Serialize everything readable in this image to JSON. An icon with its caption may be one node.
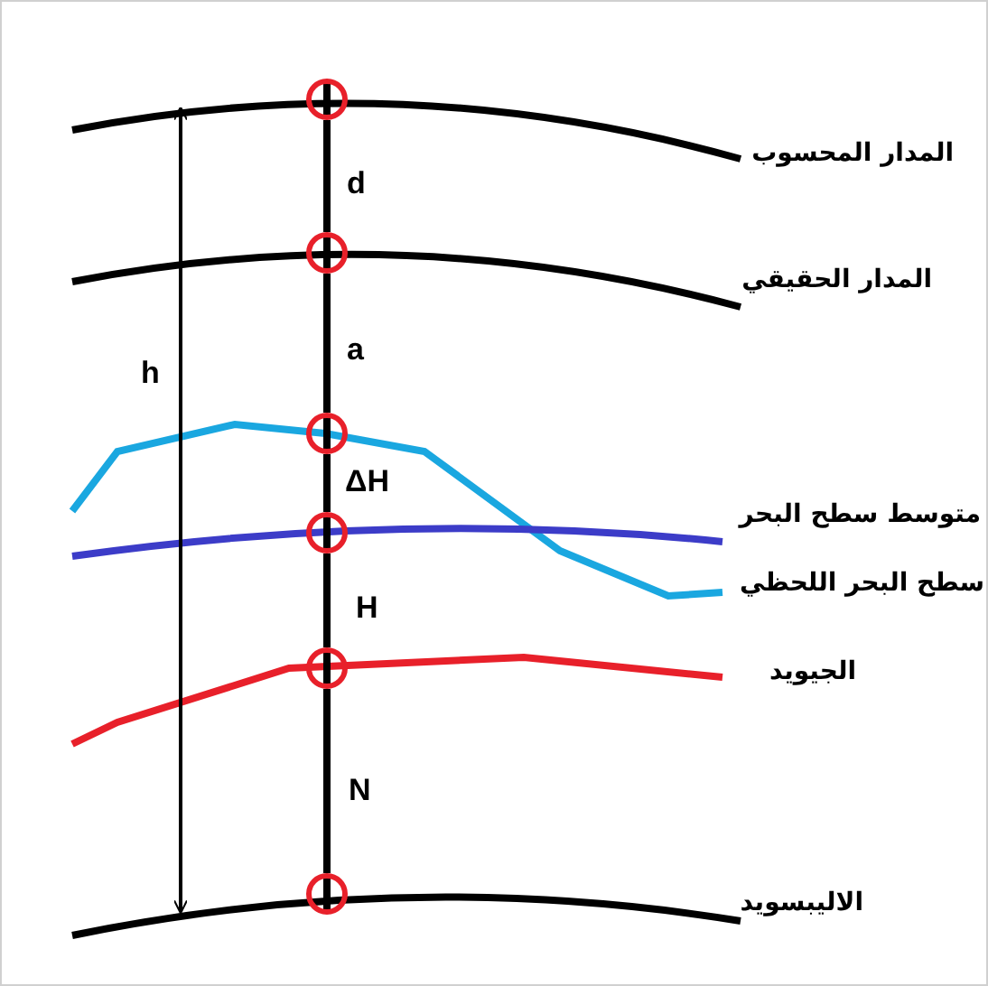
{
  "diagram": {
    "nodes": [
      {
        "text": [],
        "shape": "circle"
      },
      {
        "text": [],
        "shape": "circle"
      },
      {
        "text": [],
        "shape": "circle"
      },
      {
        "text": [],
        "shape": "circle"
      },
      {
        "text": [],
        "shape": "circle"
      },
      {
        "text": [],
        "shape": "circle"
      }
    ],
    "edges": [
      {
        "from": 0,
        "to": 1,
        "arrow": "none",
        "label": "d"
      },
      {
        "from": 1,
        "to": 2,
        "arrow": "none",
        "label": "a"
      },
      {
        "from": 2,
        "to": 3,
        "arrow": "none",
        "label": "ΔH"
      },
      {
        "from": 3,
        "to": 4,
        "arrow": "none",
        "label": "H"
      },
      {
        "from": 4,
        "to": 5,
        "arrow": "none",
        "label": "N"
      },
      {
        "from": 0,
        "to": 5,
        "arrow": "both",
        "label": "h"
      }
    ],
    "labels": [
      "المدار المحسوب",
      "المدار الحقيقي",
      "متوسط سطح البحر",
      "سطح البحر اللحظي",
      "الجيويد",
      "الاليبسويد"
    ]
  }
}
